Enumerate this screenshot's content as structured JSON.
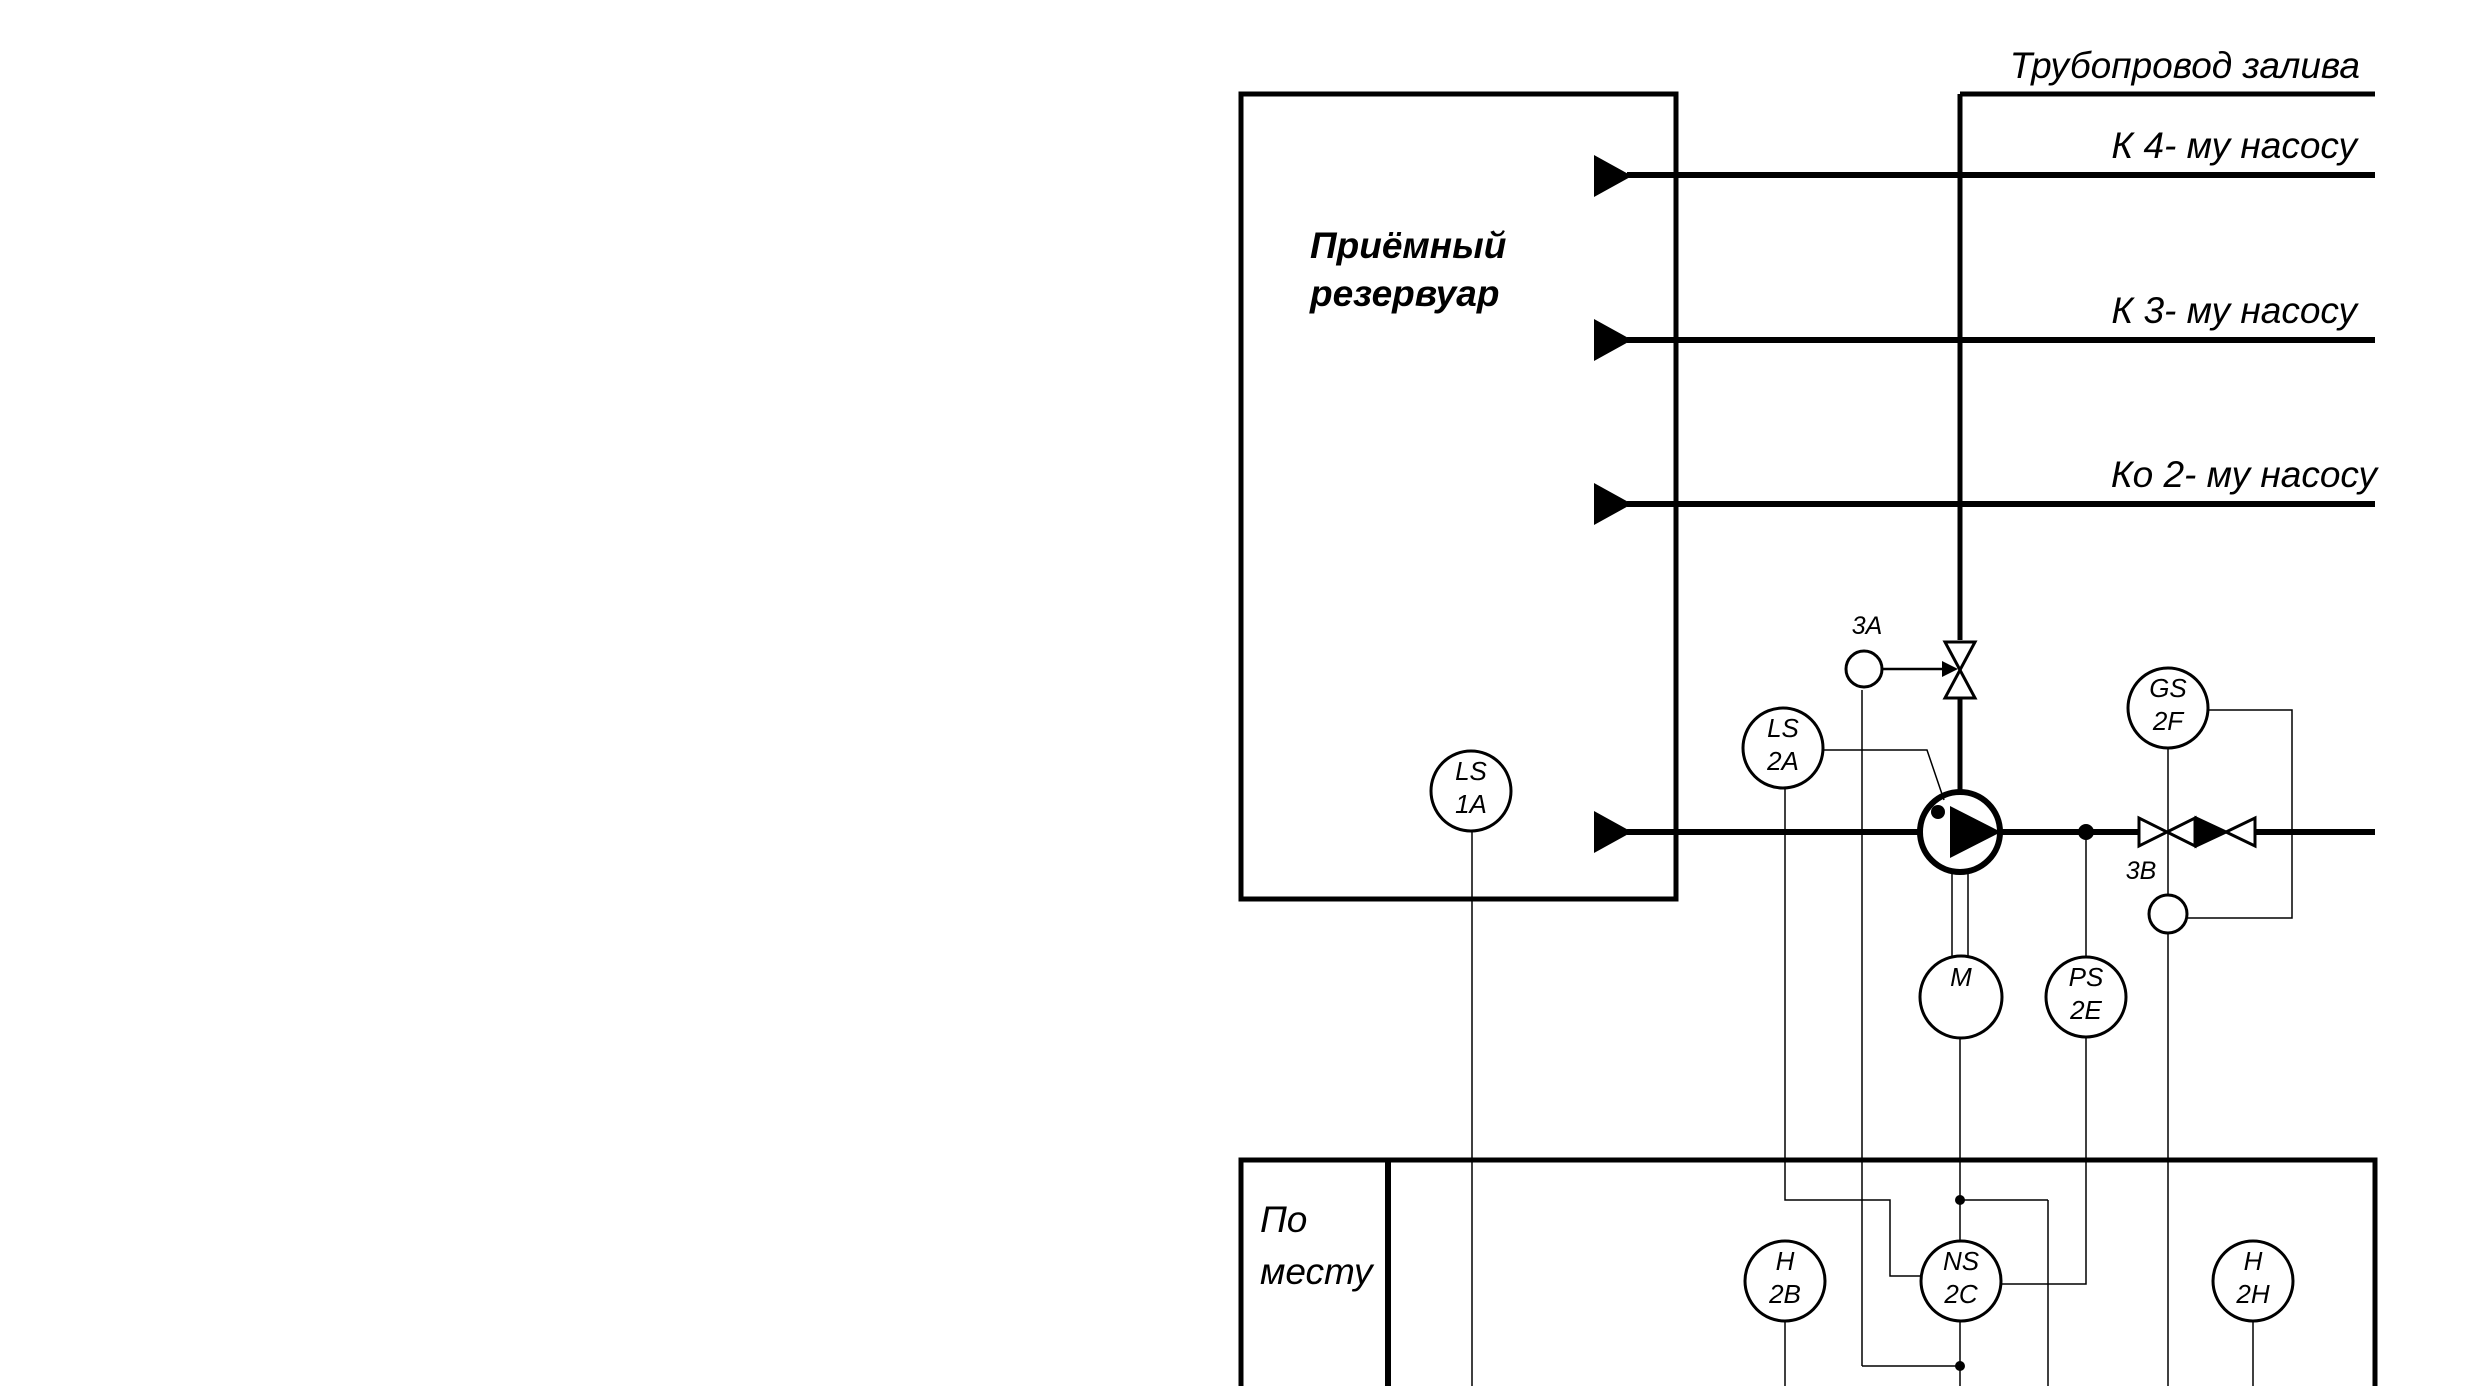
{
  "tank": {
    "line1": "Приёмный",
    "line2": "резервуар"
  },
  "pipes": {
    "fill": "Трубопровод залива",
    "pump4": "К  4- му насосу",
    "pump3": "К  3- му насосу",
    "pump2": "Ко  2- му насосу"
  },
  "local_panel": {
    "line1": "По",
    "line2": "месту"
  },
  "instruments": {
    "ls1a": {
      "l1": "LS",
      "l2": "1A"
    },
    "ls2a": {
      "l1": "LS",
      "l2": "2A"
    },
    "gs2f": {
      "l1": "GS",
      "l2": "2F"
    },
    "motor": {
      "l1": "M"
    },
    "ps2e": {
      "l1": "PS",
      "l2": "2E"
    },
    "h2b": {
      "l1": "H",
      "l2": "2B"
    },
    "ns2c": {
      "l1": "NS",
      "l2": "2C"
    },
    "h2h": {
      "l1": "H",
      "l2": "2H"
    }
  },
  "actuators": {
    "a3a": "3A",
    "a3b": "3B"
  }
}
